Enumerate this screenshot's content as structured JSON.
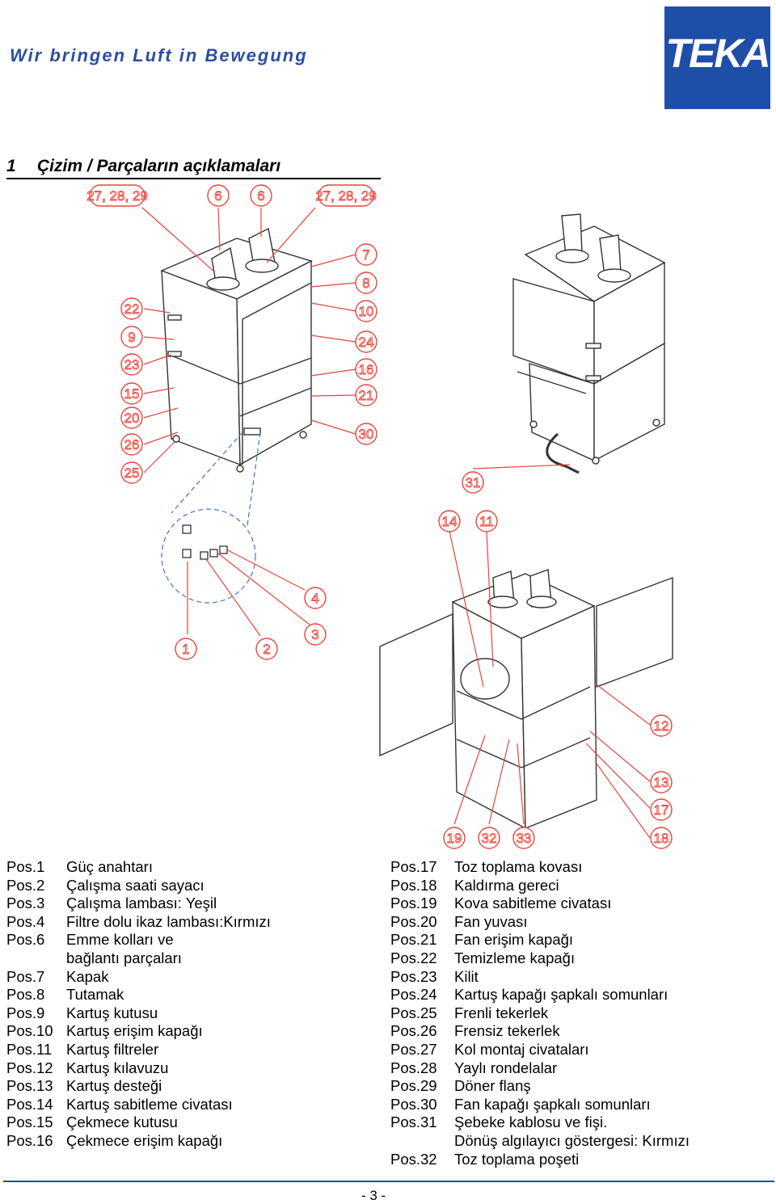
{
  "header": {
    "tagline": "Wir bringen Luft in Bewegung",
    "logo_text": "TEKA"
  },
  "section": {
    "number": "1",
    "title": "Çizim / Parçaların açıklamaları"
  },
  "callouts": [
    "27, 28, 29",
    "6",
    "6",
    "27, 28, 29",
    "7",
    "8",
    "10",
    "24",
    "16",
    "21",
    "30",
    "22",
    "9",
    "23",
    "15",
    "20",
    "26",
    "25",
    "4",
    "3",
    "1",
    "2",
    "31",
    "14",
    "11",
    "12",
    "13",
    "17",
    "18",
    "19",
    "32",
    "33"
  ],
  "legend_left": [
    {
      "pos": "Pos.1",
      "text": "Güç anahtarı"
    },
    {
      "pos": "Pos.2",
      "text": "Çalışma saati sayacı"
    },
    {
      "pos": "Pos.3",
      "text": "Çalışma lambası: Yeşil"
    },
    {
      "pos": "Pos.4",
      "text": "Filtre dolu ikaz lambası:Kırmızı"
    },
    {
      "pos": "Pos.6",
      "text": "Emme kolları ve"
    },
    {
      "pos": "",
      "text": "bağlantı parçaları"
    },
    {
      "pos": "Pos.7",
      "text": "Kapak"
    },
    {
      "pos": "Pos.8",
      "text": "Tutamak"
    },
    {
      "pos": "Pos.9",
      "text": "Kartuş kutusu"
    },
    {
      "pos": "Pos.10",
      "text": "Kartuş erişim kapağı"
    },
    {
      "pos": "Pos.11",
      "text": "Kartuş filtreler"
    },
    {
      "pos": "Pos.12",
      "text": "Kartuş kılavuzu"
    },
    {
      "pos": "Pos.13",
      "text": "Kartuş desteği"
    },
    {
      "pos": "Pos.14",
      "text": "Kartuş sabitleme civatası"
    },
    {
      "pos": "Pos.15",
      "text": "Çekmece kutusu"
    },
    {
      "pos": "Pos.16",
      "text": "Çekmece erişim kapağı"
    }
  ],
  "legend_right": [
    {
      "pos": "Pos.17",
      "text": "Toz toplama kovası"
    },
    {
      "pos": "Pos.18",
      "text": "Kaldırma gereci"
    },
    {
      "pos": "Pos.19",
      "text": "Kova sabitleme civatası"
    },
    {
      "pos": "Pos.20",
      "text": "Fan yuvası"
    },
    {
      "pos": "Pos.21",
      "text": "Fan erişim kapağı"
    },
    {
      "pos": "Pos.22",
      "text": "Temizleme kapağı"
    },
    {
      "pos": "Pos.23",
      "text": "Kilit"
    },
    {
      "pos": "Pos.24",
      "text": "Kartuş kapağı şapkalı somunları"
    },
    {
      "pos": "Pos.25",
      "text": "Frenli tekerlek"
    },
    {
      "pos": "Pos.26",
      "text": "Frensiz tekerlek"
    },
    {
      "pos": "Pos.27",
      "text": "Kol montaj civataları"
    },
    {
      "pos": "Pos.28",
      "text": "Yaylı rondelalar"
    },
    {
      "pos": "Pos.29",
      "text": "Döner flanş"
    },
    {
      "pos": "Pos.30",
      "text": "Fan kapağı şapkalı somunları"
    },
    {
      "pos": "Pos.31",
      "text": "Şebeke kablosu ve fişi."
    },
    {
      "pos": "",
      "text": "Dönüş algılayıcı göstergesi: Kırmızı"
    },
    {
      "pos": "Pos.32",
      "text": "Toz toplama poşeti"
    }
  ],
  "footer": {
    "page_number": "- 3 -"
  },
  "colors": {
    "brand_blue": "#1f4ea8",
    "callout_red": "#e8453c",
    "dashed_blue": "#4a6fc8"
  }
}
